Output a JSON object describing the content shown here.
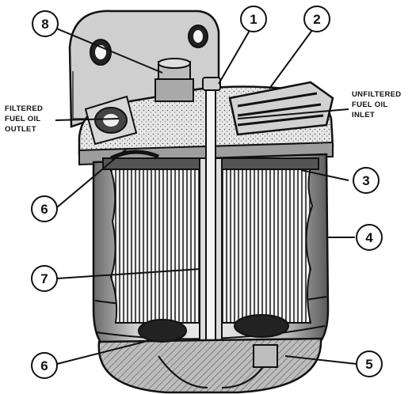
{
  "labels": {
    "outlet_line1": "FILTERED",
    "outlet_line2": "FUEL OIL",
    "outlet_line3": "OUTLET",
    "inlet_line1": "UNFILTERED",
    "inlet_line2": "FUEL OIL",
    "inlet_line3": "INLET"
  },
  "callouts": [
    {
      "id": "c1",
      "text": "1"
    },
    {
      "id": "c2",
      "text": "2"
    },
    {
      "id": "c3",
      "text": "3"
    },
    {
      "id": "c4",
      "text": "4"
    },
    {
      "id": "c5",
      "text": "5"
    },
    {
      "id": "c6a",
      "text": "6"
    },
    {
      "id": "c6b",
      "text": "6"
    },
    {
      "id": "c7",
      "text": "7"
    },
    {
      "id": "c8",
      "text": "8"
    }
  ]
}
